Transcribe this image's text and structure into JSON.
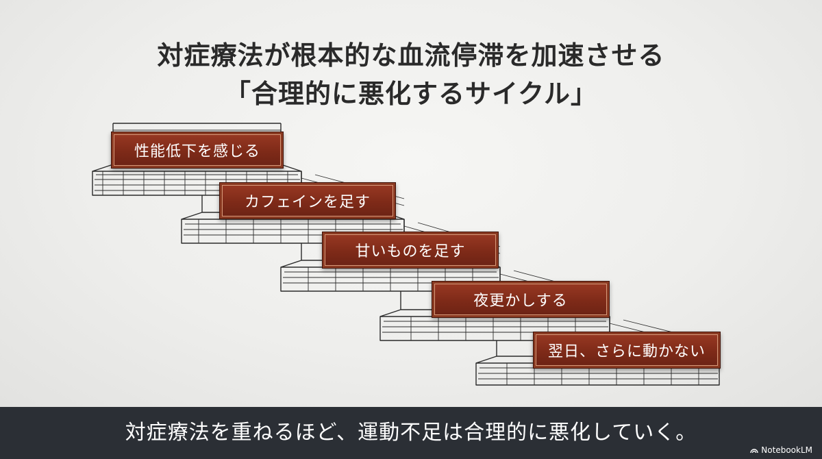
{
  "title": {
    "line1": "対症療法が根本的な血流停滞を加速させる",
    "line2": "「合理的に悪化するサイクル」"
  },
  "steps": [
    "性能低下を感じる",
    "カフェインを足す",
    "甘いものを足す",
    "夜更かしする",
    "翌日、さらに動かない"
  ],
  "caption": "対症療法を重ねるほど、運動不足は合理的に悪化していく。",
  "brand": "NotebookLM",
  "colors": {
    "label_fill": "#8a3220",
    "caption_bar": "#2b2f35",
    "stair_line": "#2a2a2a"
  }
}
